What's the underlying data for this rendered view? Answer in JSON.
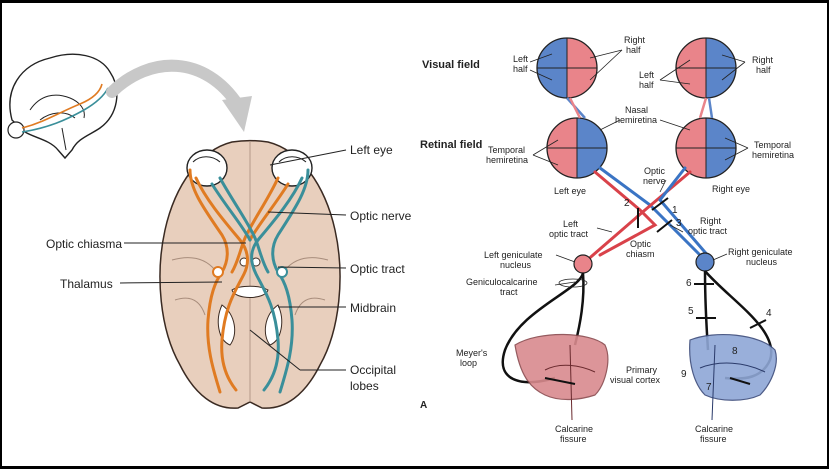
{
  "left_labels": {
    "left_eye": "Left eye",
    "optic_nerve": "Optic nerve",
    "optic_chiasma": "Optic chiasma",
    "optic_tract": "Optic tract",
    "thalamus": "Thalamus",
    "midbrain": "Midbrain",
    "occipital_1": "Occipital",
    "occipital_2": "lobes"
  },
  "right_labels": {
    "visual_field": "Visual field",
    "retinal_field": "Retinal field",
    "left_half_a1": "Left",
    "left_half_a2": "half",
    "right_half_a1": "Right",
    "right_half_a2": "half",
    "left_half_b1": "Left",
    "left_half_b2": "half",
    "right_half_b1": "Right",
    "right_half_b2": "half",
    "nasal_1": "Nasal",
    "nasal_2": "hemiretina",
    "temporal_l1": "Temporal",
    "temporal_l2": "hemiretina",
    "temporal_r1": "Temporal",
    "temporal_r2": "hemiretina",
    "left_eye": "Left eye",
    "right_eye": "Right eye",
    "optic_nerve_1": "Optic",
    "optic_nerve_2": "nerve",
    "left_optic_tract_1": "Left",
    "left_optic_tract_2": "optic tract",
    "right_optic_tract_1": "Right",
    "right_optic_tract_2": "optic tract",
    "optic_chiasm_1": "Optic",
    "optic_chiasm_2": "chiasm",
    "left_lgn_1": "Left geniculate",
    "left_lgn_2": "nucleus",
    "right_lgn_1": "Right geniculate",
    "right_lgn_2": "nucleus",
    "gc_tract_1": "Geniculocalcarine",
    "gc_tract_2": "tract",
    "meyers_1": "Meyer's",
    "meyers_2": "loop",
    "primary_1": "Primary",
    "primary_2": "visual cortex",
    "calcarine_l1": "Calcarine",
    "calcarine_l2": "fissure",
    "calcarine_r1": "Calcarine",
    "calcarine_r2": "fissure",
    "panel_letter": "A",
    "n1": "1",
    "n2": "2",
    "n3": "3",
    "n4": "4",
    "n5": "5",
    "n6": "6",
    "n7": "7",
    "n8": "8",
    "n9": "9"
  },
  "colors": {
    "orange_path": "#e07b22",
    "teal_path": "#3a8f9a",
    "brain_fill": "#e8cfbd",
    "field_red": "#e9848a",
    "field_blue": "#5b85c9",
    "cortex_red": "#d98a8e",
    "cortex_blue": "#8fa7d6"
  }
}
